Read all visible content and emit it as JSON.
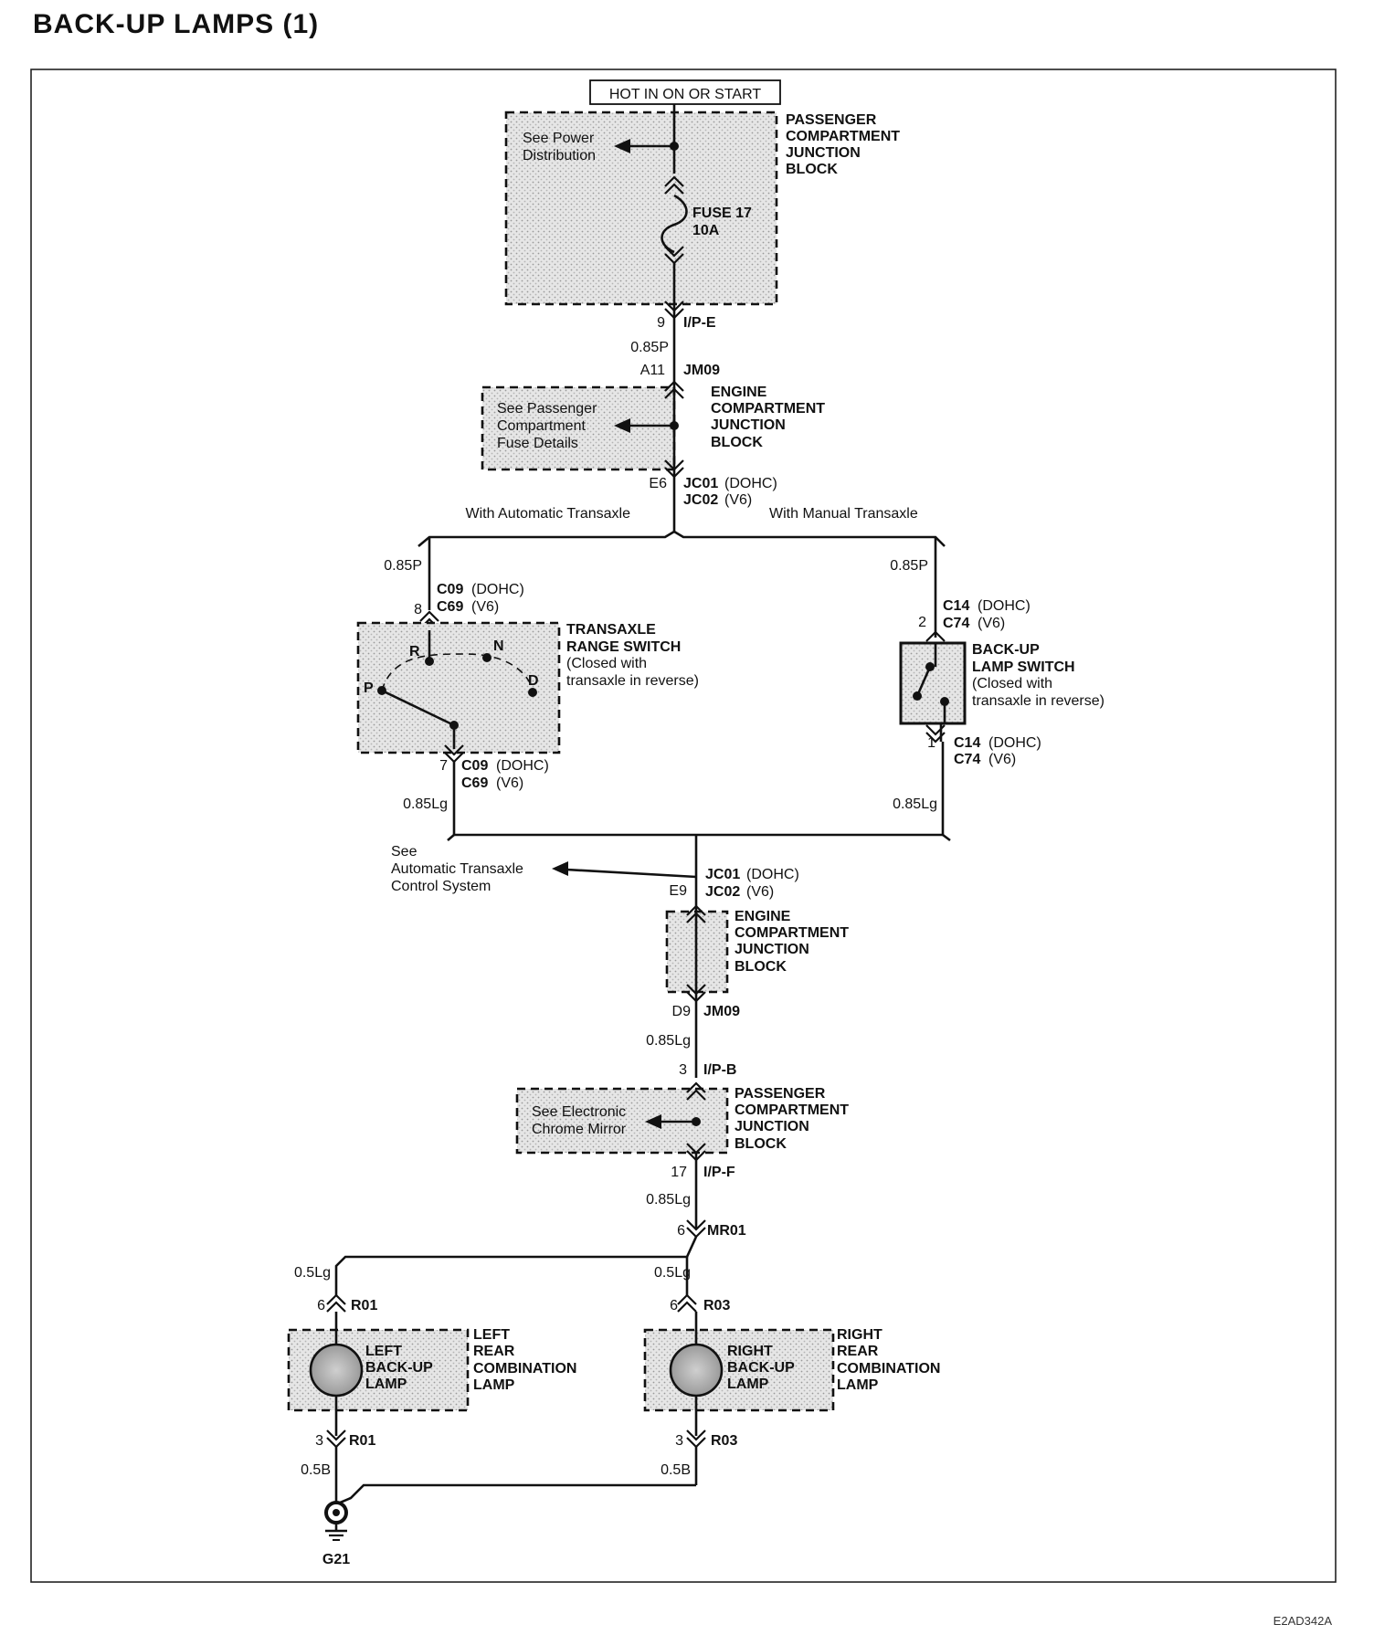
{
  "title": "BACK-UP LAMPS (1)",
  "hot_label": "HOT IN ON OR START",
  "pcjb_top": {
    "name_lines": [
      "PASSENGER",
      "COMPARTMENT",
      "JUNCTION",
      "BLOCK"
    ],
    "ref_lines": [
      "See Power",
      "Distribution"
    ],
    "fuse_lines": [
      "FUSE 17",
      "10A"
    ]
  },
  "conn_ipe": {
    "pin": "9",
    "name": "I/P-E"
  },
  "wire_1": "0.85P",
  "conn_jm09_top": {
    "pin": "A11",
    "name": "JM09"
  },
  "ecjb_top": {
    "name_lines": [
      "ENGINE",
      "COMPARTMENT",
      "JUNCTION",
      "BLOCK"
    ],
    "ref_lines": [
      "See Passenger",
      "Compartment",
      "Fuse Details"
    ]
  },
  "conn_e6": {
    "pin": "E6",
    "name1": "JC01",
    "suffix1": "(DOHC)",
    "name2": "JC02",
    "suffix2": "(V6)"
  },
  "branch_auto": "With Automatic Transaxle",
  "branch_manual": "With Manual Transaxle",
  "wire_auto_in": "0.85P",
  "wire_manual_in": "0.85P",
  "conn_c09_top": {
    "pin": "8",
    "name1": "C09",
    "suffix1": "(DOHC)",
    "name2": "C69",
    "suffix2": "(V6)"
  },
  "range_switch": {
    "name_lines": [
      "TRANSAXLE",
      "RANGE SWITCH"
    ],
    "note_lines": [
      "(Closed with",
      " transaxle in reverse)"
    ],
    "positions": [
      "R",
      "N",
      "P",
      "D"
    ]
  },
  "conn_c09_bot": {
    "pin": "7",
    "name1": "C09",
    "suffix1": "(DOHC)",
    "name2": "C69",
    "suffix2": "(V6)"
  },
  "wire_auto_out": "0.85Lg",
  "conn_c14_top": {
    "pin": "2",
    "name1": "C14",
    "suffix1": "(DOHC)",
    "name2": "C74",
    "suffix2": "(V6)"
  },
  "backup_switch": {
    "name_lines": [
      "BACK-UP",
      "LAMP SWITCH"
    ],
    "note_lines": [
      "(Closed with",
      "  transaxle in reverse)"
    ]
  },
  "conn_c14_bot": {
    "pin": "1",
    "name1": "C14",
    "suffix1": "(DOHC)",
    "name2": "C74",
    "suffix2": "(V6)"
  },
  "wire_manual_out": "0.85Lg",
  "see_atcs": [
    "See",
    "Automatic Transaxle",
    "Control System"
  ],
  "conn_e9": {
    "pin": "E9",
    "name1": "JC01",
    "suffix1": "(DOHC)",
    "name2": "JC02",
    "suffix2": "(V6)"
  },
  "ecjb_bot": {
    "name_lines": [
      "ENGINE",
      "COMPARTMENT",
      "JUNCTION",
      "BLOCK"
    ]
  },
  "conn_d9": {
    "pin": "D9",
    "name": "JM09"
  },
  "wire_2": "0.85Lg",
  "conn_ipb": {
    "pin": "3",
    "name": "I/P-B"
  },
  "pcjb_bot": {
    "name_lines": [
      "PASSENGER",
      "COMPARTMENT",
      "JUNCTION",
      "BLOCK"
    ],
    "ref_lines": [
      "See Electronic",
      "Chrome Mirror"
    ]
  },
  "conn_ipf": {
    "pin": "17",
    "name": "I/P-F"
  },
  "wire_3": "0.85Lg",
  "conn_mr01": {
    "pin": "6",
    "name": "MR01"
  },
  "wire_left_in": "0.5Lg",
  "wire_right_in": "0.5Lg",
  "conn_r01_top": {
    "pin": "6",
    "name": "R01"
  },
  "conn_r03_top": {
    "pin": "6",
    "name": "R03"
  },
  "left_lamp": {
    "bulb_lines": [
      "LEFT",
      "BACK-UP",
      "LAMP"
    ],
    "name_lines": [
      "LEFT",
      "REAR",
      "COMBINATION",
      "LAMP"
    ]
  },
  "right_lamp": {
    "bulb_lines": [
      "RIGHT",
      "BACK-UP",
      "LAMP"
    ],
    "name_lines": [
      "RIGHT",
      "REAR",
      "COMBINATION",
      "LAMP"
    ]
  },
  "conn_r01_bot": {
    "pin": "3",
    "name": "R01"
  },
  "conn_r03_bot": {
    "pin": "3",
    "name": "R03"
  },
  "wire_left_gnd": "0.5B",
  "wire_right_gnd": "0.5B",
  "ground": "G21",
  "figure_id": "E2AD342A"
}
